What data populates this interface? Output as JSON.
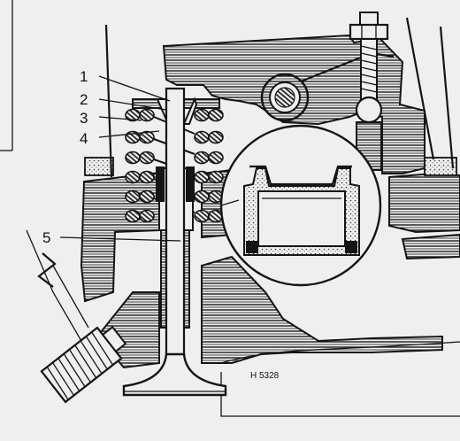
{
  "callouts": [
    {
      "id": "1",
      "label": "1"
    },
    {
      "id": "2",
      "label": "2"
    },
    {
      "id": "3",
      "label": "3"
    },
    {
      "id": "4",
      "label": "4"
    },
    {
      "id": "5",
      "label": "5"
    }
  ],
  "reference_code": "H 5328"
}
